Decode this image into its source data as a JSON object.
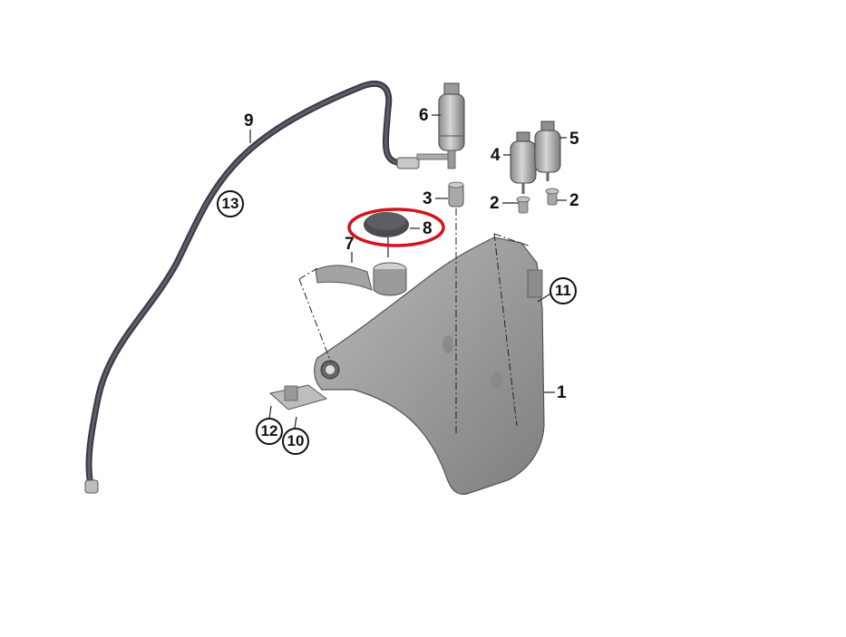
{
  "diagram": {
    "title": "Windscreen washer reservoir assembly (exploded parts diagram)",
    "highlight_color": "#d4141c",
    "highlighted_part": "8",
    "callouts": [
      {
        "id": "1",
        "label": "1",
        "style": "plain"
      },
      {
        "id": "2a",
        "label": "2",
        "style": "plain"
      },
      {
        "id": "2b",
        "label": "2",
        "style": "plain"
      },
      {
        "id": "3",
        "label": "3",
        "style": "plain"
      },
      {
        "id": "4",
        "label": "4",
        "style": "plain"
      },
      {
        "id": "5",
        "label": "5",
        "style": "plain"
      },
      {
        "id": "6",
        "label": "6",
        "style": "plain"
      },
      {
        "id": "7",
        "label": "7",
        "style": "plain"
      },
      {
        "id": "8",
        "label": "8",
        "style": "plain",
        "highlighted": true
      },
      {
        "id": "9",
        "label": "9",
        "style": "plain"
      },
      {
        "id": "10",
        "label": "10",
        "style": "circled"
      },
      {
        "id": "11",
        "label": "11",
        "style": "circled"
      },
      {
        "id": "12",
        "label": "12",
        "style": "circled"
      },
      {
        "id": "13",
        "label": "13",
        "style": "circled"
      }
    ],
    "parts": [
      {
        "label": "1",
        "name": "washer-fluid-reservoir"
      },
      {
        "label": "2",
        "name": "grommet"
      },
      {
        "label": "3",
        "name": "grommet"
      },
      {
        "label": "4",
        "name": "washer-pump"
      },
      {
        "label": "5",
        "name": "washer-pump"
      },
      {
        "label": "6",
        "name": "headlight-washer-pump"
      },
      {
        "label": "7",
        "name": "filler-neck"
      },
      {
        "label": "8",
        "name": "filler-cap"
      },
      {
        "label": "9",
        "name": "washer-hose"
      },
      {
        "label": "10",
        "name": "bracket"
      },
      {
        "label": "11",
        "name": "clip"
      },
      {
        "label": "12",
        "name": "bracket"
      },
      {
        "label": "13",
        "name": "hose-line"
      }
    ]
  }
}
